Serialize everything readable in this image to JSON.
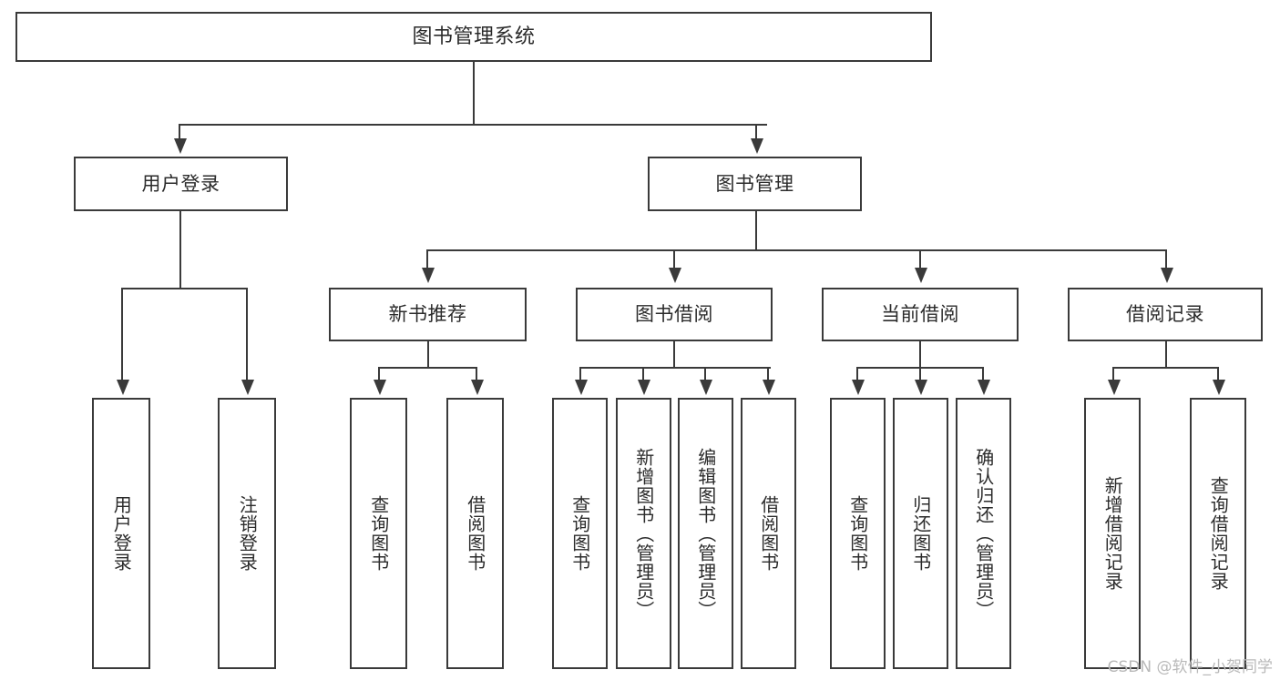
{
  "diagram": {
    "title": "图书管理系统",
    "watermark": "CSDN @软件_小贺同学",
    "line_color": "#3a3a3a",
    "background_color": "#ffffff",
    "text_color": "#2b2b2b"
  },
  "nodes": {
    "root": {
      "label": "图书管理系统"
    },
    "level2": [
      {
        "label": "用户登录"
      },
      {
        "label": "图书管理"
      }
    ],
    "level3": [
      {
        "label": "新书推荐"
      },
      {
        "label": "图书借阅"
      },
      {
        "label": "当前借阅"
      },
      {
        "label": "借阅记录"
      }
    ],
    "leaves": {
      "user_login": [
        {
          "label": "用户登录"
        },
        {
          "label": "注销登录"
        }
      ],
      "new_book_recommend": [
        {
          "label": "查询图书"
        },
        {
          "label": "借阅图书"
        }
      ],
      "book_borrow": [
        {
          "label": "查询图书"
        },
        {
          "label": "新增图书（管理员）"
        },
        {
          "label": "编辑图书（管理员）"
        },
        {
          "label": "借阅图书"
        }
      ],
      "current_borrow": [
        {
          "label": "查询图书"
        },
        {
          "label": "归还图书"
        },
        {
          "label": "确认归还（管理员）"
        }
      ],
      "borrow_record": [
        {
          "label": "新增借阅记录"
        },
        {
          "label": "查询借阅记录"
        }
      ]
    }
  }
}
